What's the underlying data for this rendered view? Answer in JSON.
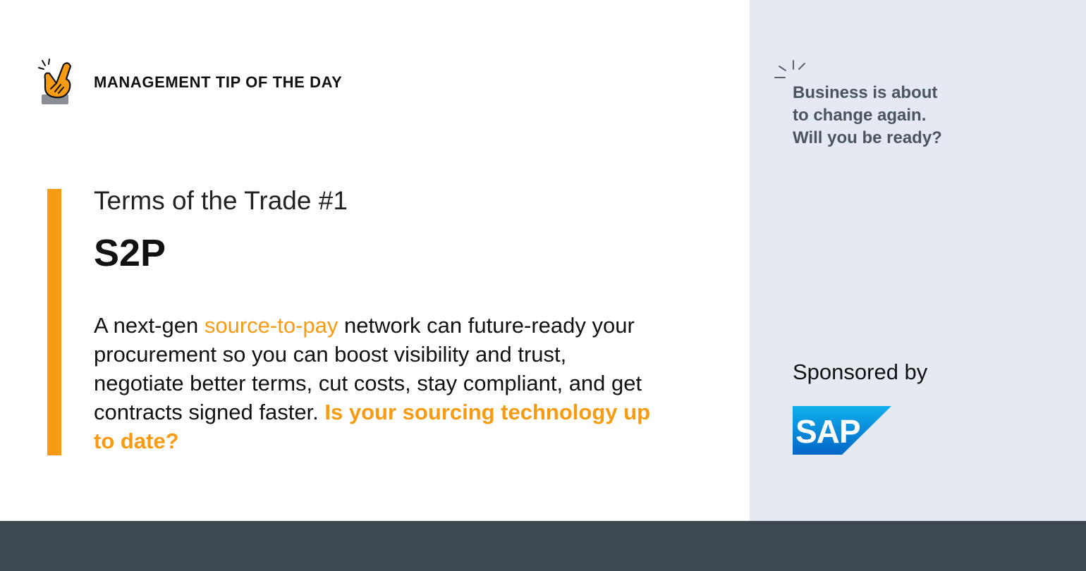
{
  "header": {
    "kicker": "MANAGEMENT TIP OF THE DAY",
    "icon": "snapping-hand-icon"
  },
  "term": {
    "series": "Terms of the Trade #1",
    "title": "S2P"
  },
  "body": {
    "part1": "A next-gen ",
    "highlight1": "source-to-pay",
    "part2": " network can future-ready your procurement so you can boost visibility and trust, negotiate better terms, cut costs, stay compliant, and get contracts signed faster. ",
    "highlight2": "Is your sourcing technology up to date?"
  },
  "aside": {
    "icon": "burst-lines-icon",
    "line1": "Business is about",
    "line2": "to change again.",
    "line3": "Will you be ready?"
  },
  "sponsor": {
    "label": "Sponsored by",
    "logo_text": "SAP"
  },
  "colors": {
    "accent": "#f79b13",
    "panel": "#e4e9f2",
    "footer": "#3e4850",
    "sap_blue_light": "#0fa9e6",
    "sap_blue_dark": "#0072c6"
  }
}
